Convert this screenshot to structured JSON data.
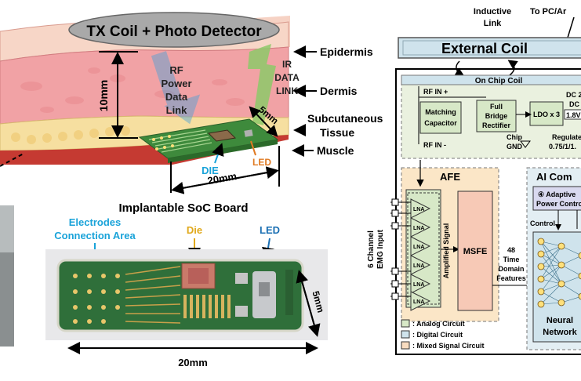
{
  "colors": {
    "epidermis": "#f6d2c4",
    "dermis": "#f1a2a5",
    "subcutaneous": "#f6dfa0",
    "muscle": "#c53a32",
    "pcb_green": "#3e8a3c",
    "analog": "#d7e8c7",
    "digital": "#cfe3ec",
    "mixed": "#f8dcc0",
    "die_label": "#1aa3d9",
    "led_label": "#e07a22",
    "arrow_blue": "#4a9fd6",
    "arrow_green": "#8dc968",
    "die_photo_label": "#e0a81a"
  },
  "left": {
    "tx_label": "TX Coil + Photo Detector",
    "rf_lines": [
      "RF",
      "Power",
      "Data",
      "Link"
    ],
    "ir_lines": [
      "IR",
      "DATA",
      "LINK"
    ],
    "dim_vertical": "10mm",
    "dim_horizontal": "20mm",
    "dim_diagonal": "5mm",
    "die_label": "DIE",
    "led_label": "LED",
    "tissue_epidermis": "Epidermis",
    "tissue_dermis": "Dermis",
    "tissue_subcut_1": "Subcutaneous",
    "tissue_subcut_2": "Tissue",
    "tissue_muscle": "Muscle"
  },
  "photo": {
    "title": "Implantable SoC Board",
    "electrodes_1": "Electrodes",
    "electrodes_2": "Connection Area",
    "die": "Die",
    "led": "LED",
    "dim_side": "5mm",
    "dim_bottom": "20mm"
  },
  "right": {
    "inductive_1": "Inductive",
    "inductive_2": "Link",
    "to_pc": "To PC/Ar",
    "external_coil": "External Coil",
    "on_chip_coil": "On Chip Coil",
    "rf_in_plus": "RF IN +",
    "rf_in_minus": "RF IN -",
    "matching_1": "Matching",
    "matching_2": "Capacitor",
    "bridge_1": "Full",
    "bridge_2": "Bridge",
    "bridge_3": "Rectifier",
    "chip_gnd_1": "Chip",
    "chip_gnd_2": "GND",
    "ldo": "LDO x 3",
    "dc_1": "DC 2",
    "dc_2": "DC",
    "dc_3": "1.8V",
    "regulated_1": "Regulate",
    "regulated_2": "0.75/1/1.",
    "afe": "AFE",
    "ai": "AI Com",
    "emg_1": "6 Channel",
    "emg_2": "EMG Input",
    "lna": "LNA",
    "amplified": "Amplified Signal",
    "msfe": "MSFE",
    "features": [
      "48",
      "Time",
      "Domain",
      "Features"
    ],
    "adaptive_1": "④ Adaptive",
    "adaptive_2": "Power Contro",
    "control": "Control",
    "neural_1": "Neural",
    "neural_2": "Network",
    "legend": [
      ": Analog Circuit",
      ": Digital Circuit",
      ": Mixed Signal Circuit"
    ]
  }
}
